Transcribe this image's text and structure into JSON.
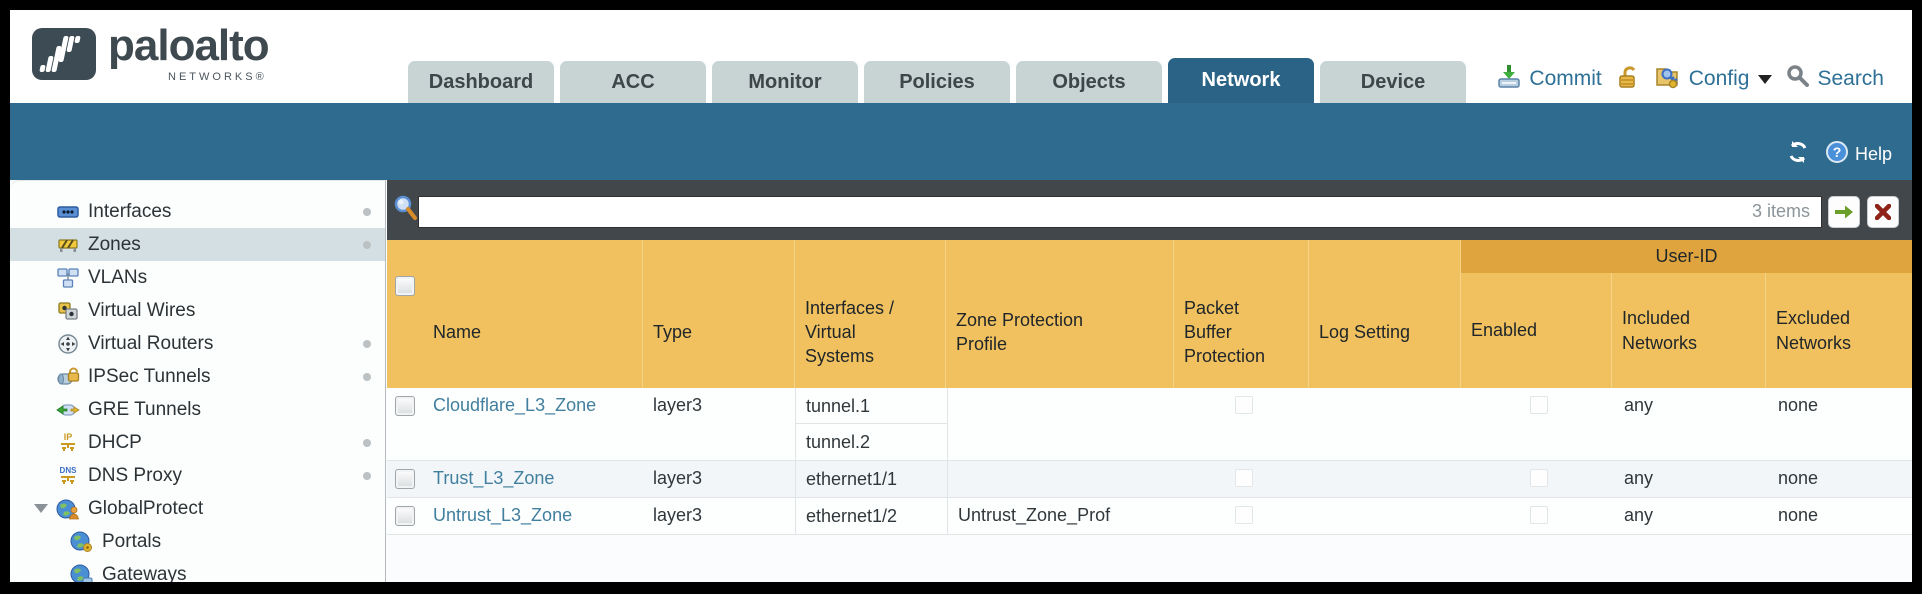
{
  "brand": {
    "wordmark": "paloalto",
    "sub": "NETWORKS®"
  },
  "nav": {
    "tabs": [
      {
        "label": "Dashboard",
        "active": false
      },
      {
        "label": "ACC",
        "active": false
      },
      {
        "label": "Monitor",
        "active": false
      },
      {
        "label": "Policies",
        "active": false
      },
      {
        "label": "Objects",
        "active": false
      },
      {
        "label": "Network",
        "active": true
      },
      {
        "label": "Device",
        "active": false
      }
    ],
    "utilities": {
      "commit": "Commit",
      "config": "Config",
      "search": "Search"
    }
  },
  "band": {
    "help": "Help"
  },
  "sidebar": {
    "items": [
      {
        "label": "Interfaces",
        "dot": true
      },
      {
        "label": "Zones",
        "dot": true,
        "selected": true
      },
      {
        "label": "VLANs",
        "dot": false
      },
      {
        "label": "Virtual Wires",
        "dot": false
      },
      {
        "label": "Virtual Routers",
        "dot": true
      },
      {
        "label": "IPSec Tunnels",
        "dot": true
      },
      {
        "label": "GRE Tunnels",
        "dot": false
      },
      {
        "label": "DHCP",
        "dot": true
      },
      {
        "label": "DNS Proxy",
        "dot": true
      },
      {
        "label": "GlobalProtect",
        "dot": false,
        "expanded": true
      },
      {
        "label": "Portals",
        "dot": false,
        "child": true
      },
      {
        "label": "Gateways",
        "dot": false,
        "child": true
      }
    ]
  },
  "search": {
    "value": "",
    "count": "3 items"
  },
  "table": {
    "group_header": "User-ID",
    "columns": [
      "Name",
      "Type",
      "Interfaces / Virtual Systems",
      "Zone Protection Profile",
      "Packet Buffer Protection",
      "Log Setting",
      "Enabled",
      "Included Networks",
      "Excluded Networks"
    ],
    "rows": [
      {
        "name": "Cloudflare_L3_Zone",
        "type": "layer3",
        "interfaces": [
          "tunnel.1",
          "tunnel.2"
        ],
        "zone_protection_profile": "",
        "packet_buffer_protection_checked": false,
        "log_setting": "",
        "enabled_checked": false,
        "included_networks": "any",
        "excluded_networks": "none"
      },
      {
        "name": "Trust_L3_Zone",
        "type": "layer3",
        "interfaces": [
          "ethernet1/1"
        ],
        "zone_protection_profile": "",
        "packet_buffer_protection_checked": false,
        "log_setting": "",
        "enabled_checked": false,
        "included_networks": "any",
        "excluded_networks": "none"
      },
      {
        "name": "Untrust_L3_Zone",
        "type": "layer3",
        "interfaces": [
          "ethernet1/2"
        ],
        "zone_protection_profile": "Untrust_Zone_Prof",
        "packet_buffer_protection_checked": false,
        "log_setting": "",
        "enabled_checked": false,
        "included_networks": "any",
        "excluded_networks": "none"
      }
    ]
  },
  "colors": {
    "teal_band": "#2f6b8f",
    "toolbar_dark": "#42474b",
    "header_amber": "#f0c15e",
    "user_id_band": "#dfa43e",
    "active_tab": "#2b6386",
    "link_blue": "#417f9e",
    "selected_row": "#d4dfe4",
    "utility_text": "#2e7096"
  }
}
